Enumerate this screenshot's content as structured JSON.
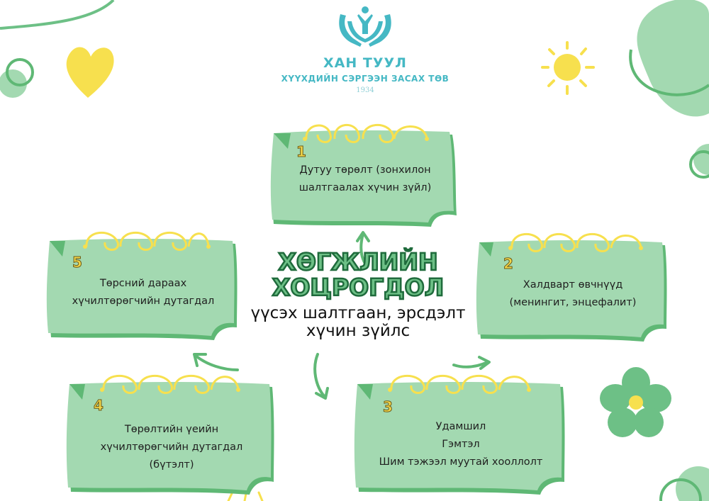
{
  "logo": {
    "title": "ХАН ТУУЛ",
    "subtitle": "ХҮҮХДИЙН СЭРГЭЭН ЗАСАХ ТӨВ",
    "year": "1934"
  },
  "center": {
    "title_line1": "Хөгжлийн",
    "title_line2": "хоцрогдол",
    "subtitle_line1": "үүсэх шалтгаан, эрсдэлт",
    "subtitle_line2": "хүчин зүйлс"
  },
  "cards": [
    {
      "number": "1",
      "lines": [
        "Дутуу төрөлт (зонхилон",
        "шалтгаалах хүчин зүйл)"
      ]
    },
    {
      "number": "2",
      "lines": [
        "Халдварт өвчнүүд",
        "(менингит, энцефалит)"
      ]
    },
    {
      "number": "3",
      "lines": [
        "Удамшил",
        "Гэмтэл",
        "Шим тэжээл муутай хооллолт"
      ]
    },
    {
      "number": "4",
      "lines": [
        "Төрөлтийн үеийн",
        "хүчилтөрөгчийн дутагдал",
        "(бүтэлт)"
      ]
    },
    {
      "number": "5",
      "lines": [
        "Төрсний дараах",
        "хүчилтөрөгчийн дутагдал"
      ]
    }
  ],
  "colors": {
    "card_fill": "#a3d9b1",
    "card_edge": "#5fb875",
    "accent_yellow": "#f7e04e",
    "logo_teal": "#45b8c4",
    "title_green": "#6dc086"
  }
}
